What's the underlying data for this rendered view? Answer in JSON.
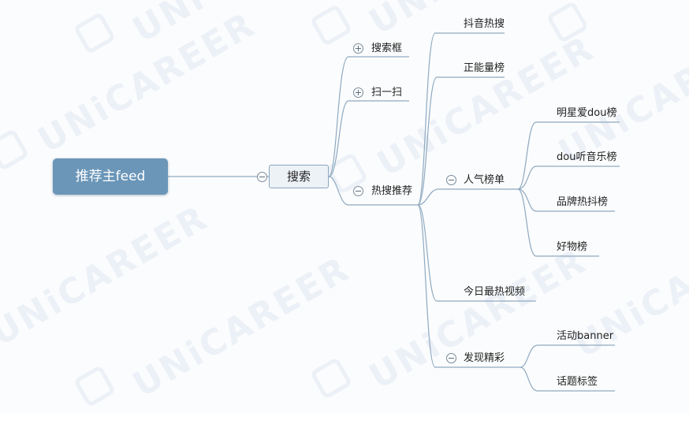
{
  "mindmap": {
    "root": "推荐主feed",
    "search": "搜索",
    "branches": {
      "search_box": "搜索框",
      "scan": "扫一扫",
      "hot_recommend": "热搜推荐"
    },
    "hot": {
      "douyin_hot": "抖音热搜",
      "positive_energy": "正能量榜",
      "popularity": "人气榜单",
      "today_hot_video": "今日最热视频",
      "discover": "发现精彩"
    },
    "popularity_items": [
      "明星爱dou榜",
      "dou听音乐榜",
      "品牌热抖榜",
      "好物榜"
    ],
    "discover_items": [
      "活动banner",
      "话题标签"
    ]
  },
  "watermark": "UNiCAREER",
  "colors": {
    "root_fill": "#6b96b8",
    "search_fill": "#edf2f7",
    "line": "#8fa9c0"
  }
}
